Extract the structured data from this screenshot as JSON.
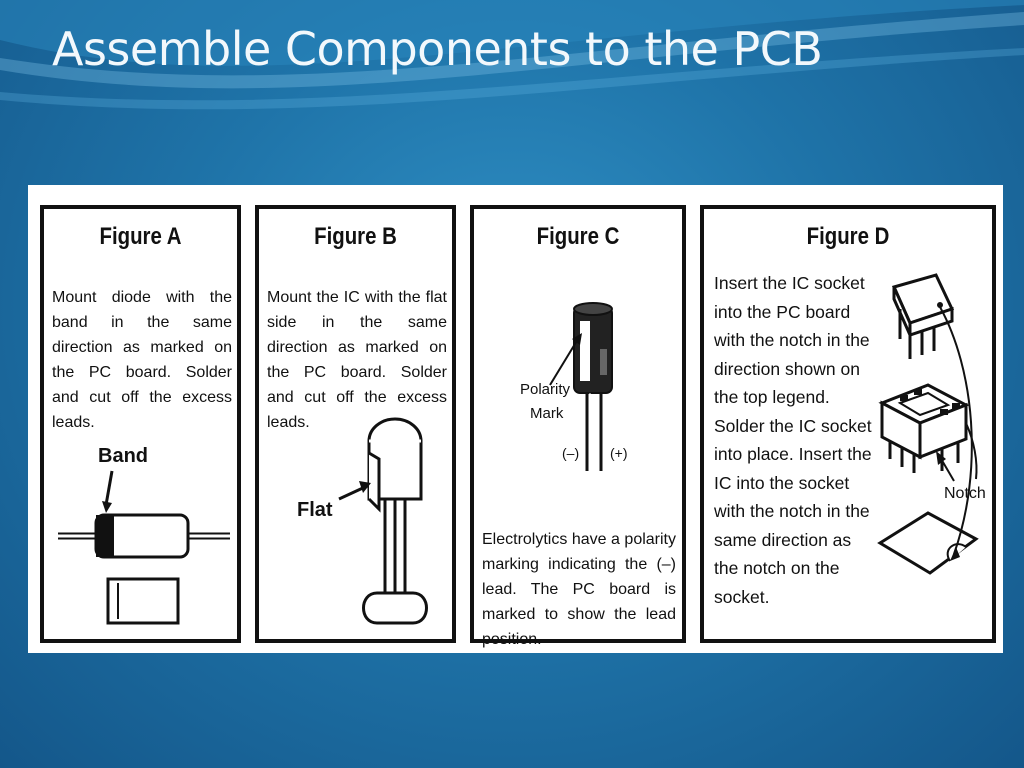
{
  "slide": {
    "title": "Assemble Components to the PCB"
  },
  "figures": [
    {
      "title": "Figure A",
      "text": "Mount diode with the band in the same direction as marked on the PC board. Solder and cut off the excess leads.",
      "labels": {
        "band": "Band"
      }
    },
    {
      "title": "Figure B",
      "text": "Mount the IC with the flat side in the same direction as marked on the PC board. Solder and cut off the excess leads.",
      "labels": {
        "flat": "Flat"
      }
    },
    {
      "title": "Figure C",
      "text": "Electrolytics have a polarity marking indicating the (–) lead. The PC board is marked to show the lead position.",
      "labels": {
        "polarity_line1": "Polarity",
        "polarity_line2": "Mark",
        "minus": "(–)",
        "plus": "(+)"
      }
    },
    {
      "title": "Figure D",
      "text": "Insert the IC socket into the PC board with the notch in the direction shown on the top legend. Solder the IC socket into place.  Insert the IC into the socket with the notch in the same direction as the notch on the socket.",
      "labels": {
        "notch": "Notch"
      }
    }
  ],
  "colors": {
    "background": "#1f74a9",
    "title_text": "#f2f8fc",
    "panel": "#ffffff",
    "ink": "#111111"
  },
  "icons": [
    "diode-icon",
    "transistor-icon",
    "capacitor-icon",
    "ic-chip-icon",
    "ic-socket-icon",
    "pcb-footprint-icon"
  ]
}
